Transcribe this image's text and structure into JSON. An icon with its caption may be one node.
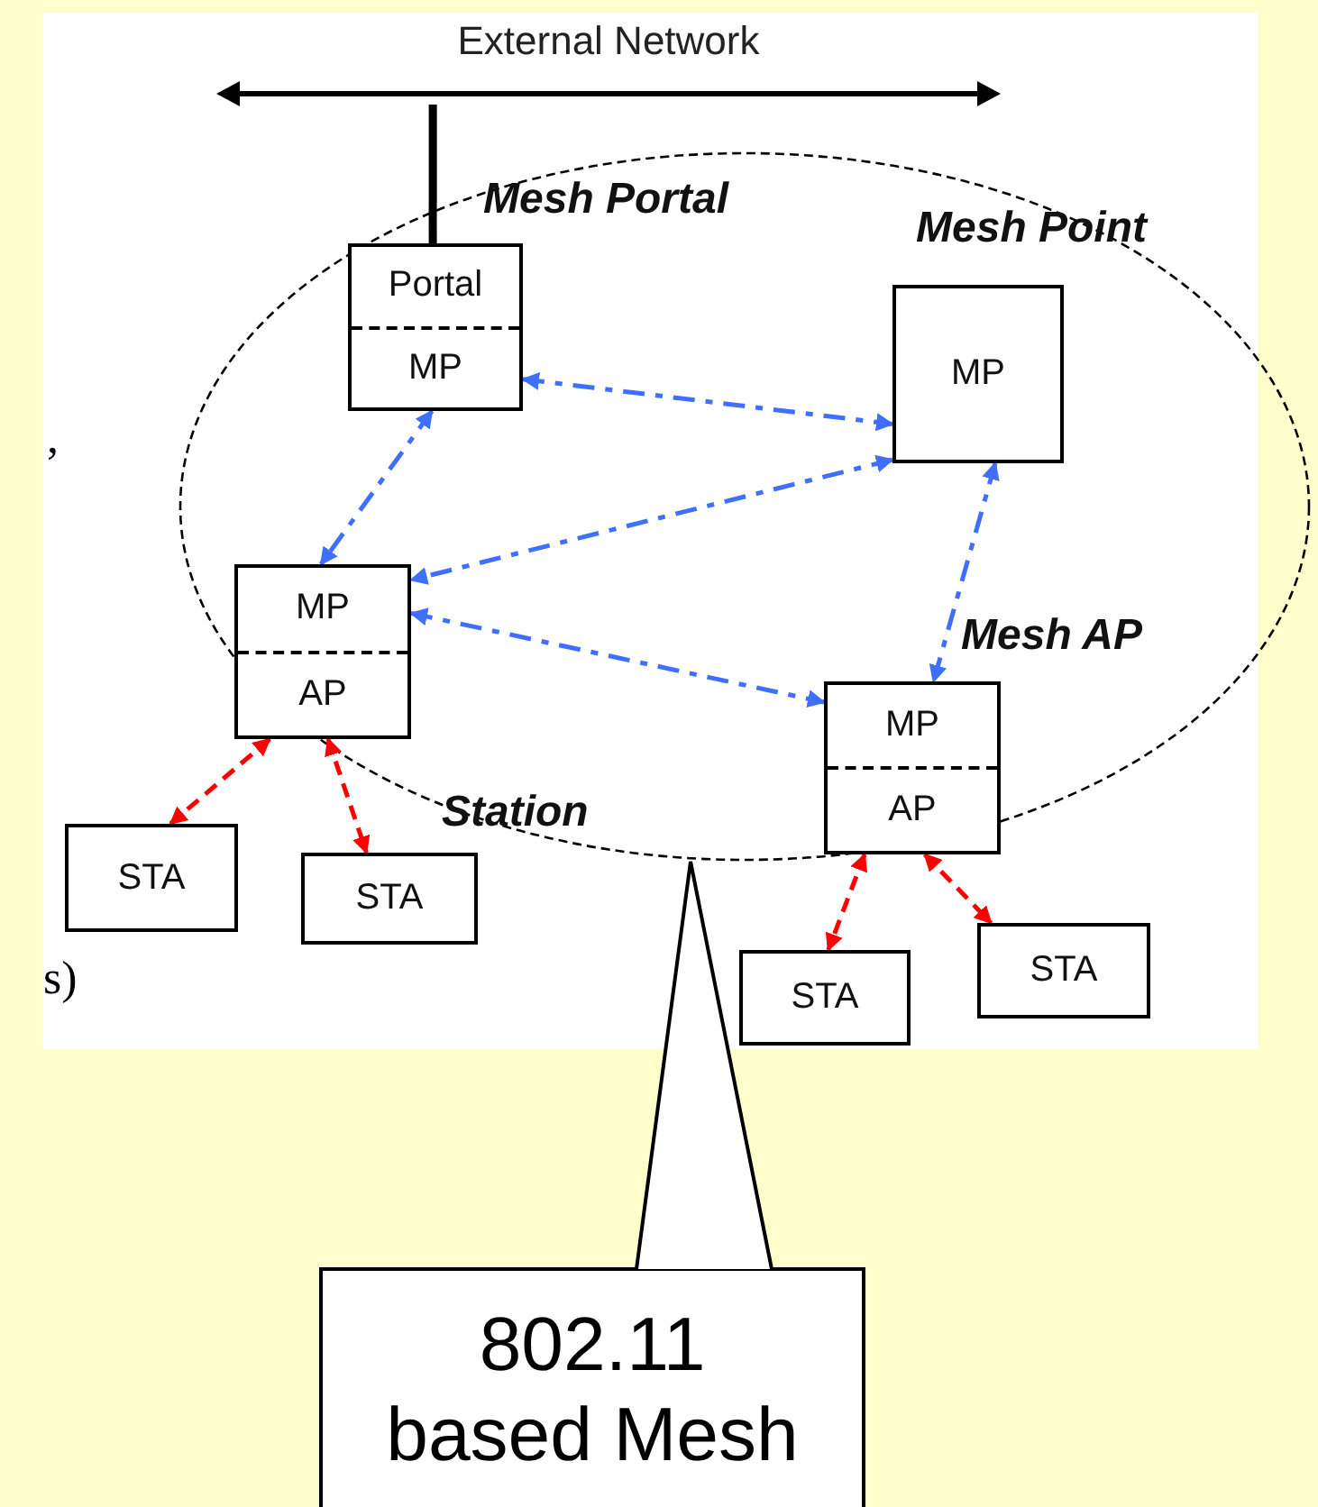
{
  "diagram": {
    "nodes": [
      {
        "text": [
          "External Network"
        ]
      },
      {
        "text": [
          "Portal",
          "MP"
        ],
        "beside": [
          "Mesh Portal"
        ]
      },
      {
        "text": [
          "MP"
        ],
        "beside": [
          "Mesh Point"
        ]
      },
      {
        "text": [
          "MP",
          "AP"
        ]
      },
      {
        "text": [
          "MP",
          "AP"
        ],
        "beside": [
          "Mesh AP"
        ]
      },
      {
        "text": [
          "STA"
        ]
      },
      {
        "text": [
          "STA"
        ]
      },
      {
        "text": [
          "STA"
        ]
      },
      {
        "text": [
          "STA"
        ]
      },
      {
        "text": [
          "802.11 based Mesh"
        ]
      }
    ],
    "edges": [
      {
        "from": 0,
        "to": 1,
        "arrow": "none",
        "style": "thick",
        "color": "#000000"
      },
      {
        "from": 1,
        "to": 2,
        "arrow": "both",
        "style": "dashed"
      },
      {
        "from": 1,
        "to": 3,
        "arrow": "both",
        "style": "dashed"
      },
      {
        "from": 2,
        "to": 3,
        "arrow": "both",
        "style": "dashed"
      },
      {
        "from": 2,
        "to": 4,
        "arrow": "both",
        "style": "dashed"
      },
      {
        "from": 3,
        "to": 4,
        "arrow": "both",
        "style": "dashed"
      },
      {
        "from": 3,
        "to": 5,
        "arrow": "both",
        "style": "dashed",
        "color": "#ff0000"
      },
      {
        "from": 3,
        "to": 6,
        "arrow": "both",
        "style": "dashed",
        "color": "#ff0000"
      },
      {
        "from": 4,
        "to": 7,
        "arrow": "both",
        "style": "dashed",
        "color": "#ff0000"
      },
      {
        "from": 4,
        "to": 8,
        "arrow": "both",
        "style": "dashed",
        "color": "#ff0000"
      }
    ],
    "labels": [
      "Station",
      ",",
      "s)"
    ]
  }
}
